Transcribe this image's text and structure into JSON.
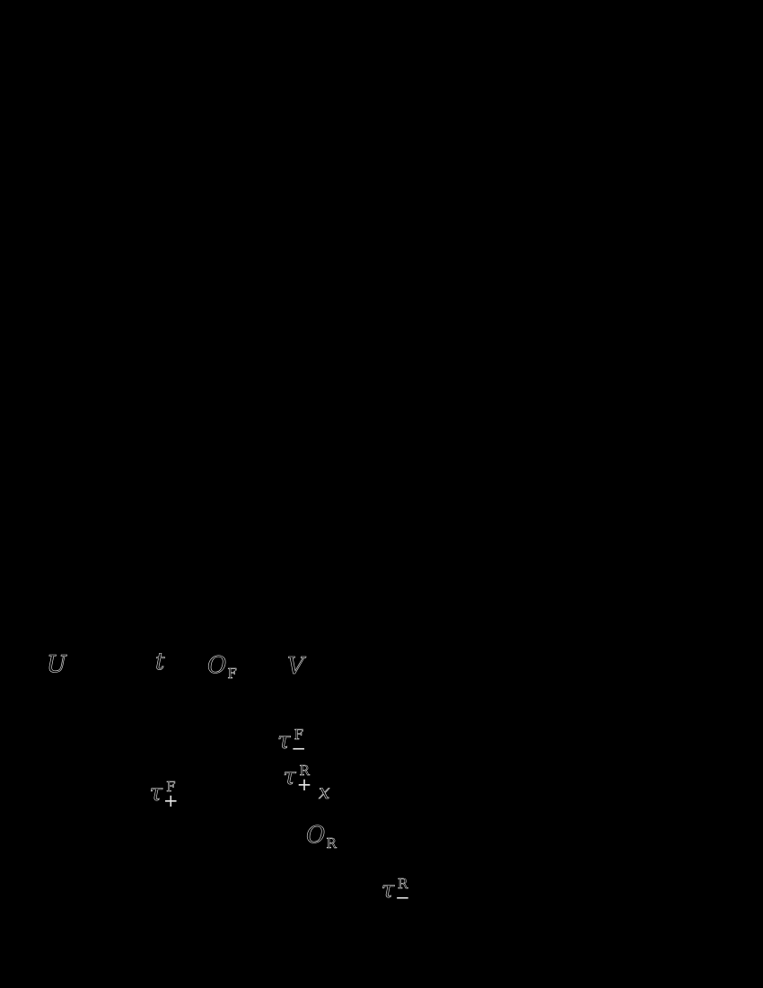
{
  "background": "#000000",
  "label_color": "#e8e8e8",
  "labels": {
    "U": {
      "base": "U"
    },
    "t": {
      "base": "t"
    },
    "O_F": {
      "base": "O",
      "sub": "F"
    },
    "V": {
      "base": "V"
    },
    "tau_minus_F": {
      "base": "τ",
      "sup": "F",
      "sub": "−"
    },
    "tau_plus_R": {
      "base": "τ",
      "sup": "R",
      "sub": "+"
    },
    "tau_plus_F": {
      "base": "τ",
      "sup": "F",
      "sub": "+"
    },
    "x": {
      "base": "x"
    },
    "O_R": {
      "base": "O",
      "sub": "R"
    },
    "tau_minus_R": {
      "base": "τ",
      "sup": "R",
      "sub": "−"
    }
  }
}
